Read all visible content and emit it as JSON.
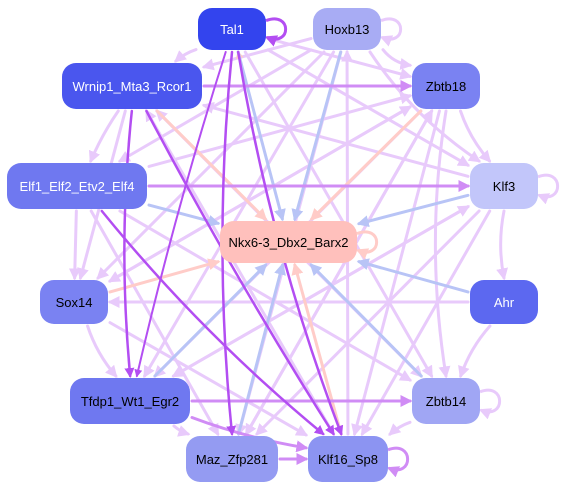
{
  "diagram": {
    "nodes": [
      {
        "id": "tal1",
        "label": "Tal1",
        "fill": "#3344ee",
        "text": "#ffffff"
      },
      {
        "id": "hoxb13",
        "label": "Hoxb13",
        "fill": "#a8acf4",
        "text": "#000000"
      },
      {
        "id": "wrnip1",
        "label": "Wrnip1_Mta3_Rcor1",
        "fill": "#4a56ee",
        "text": "#ffffff"
      },
      {
        "id": "zbtb18",
        "label": "Zbtb18",
        "fill": "#7a82f2",
        "text": "#000000"
      },
      {
        "id": "elf1",
        "label": "Elf1_Elf2_Etv2_Elf4",
        "fill": "#6f78f0",
        "text": "#ffffff"
      },
      {
        "id": "klf3",
        "label": "Klf3",
        "fill": "#c2c6fa",
        "text": "#000000"
      },
      {
        "id": "nkx6",
        "label": "Nkx6-3_Dbx2_Barx2",
        "fill": "#ffc0bc",
        "text": "#000000"
      },
      {
        "id": "sox14",
        "label": "Sox14",
        "fill": "#7a82f2",
        "text": "#000000"
      },
      {
        "id": "ahr",
        "label": "Ahr",
        "fill": "#5c68f0",
        "text": "#ffffff"
      },
      {
        "id": "tfdp1",
        "label": "Tfdp1_Wt1_Egr2",
        "fill": "#6f78f0",
        "text": "#000000"
      },
      {
        "id": "zbtb14",
        "label": "Zbtb14",
        "fill": "#a0a6f4",
        "text": "#000000"
      },
      {
        "id": "maz",
        "label": "Maz_Zfp281",
        "fill": "#949bf2",
        "text": "#000000"
      },
      {
        "id": "klf16",
        "label": "Klf16_Sp8",
        "fill": "#8c94f2",
        "text": "#000000"
      }
    ],
    "edge_colors": {
      "strong": "#b34ef2",
      "medium": "#d08cf5",
      "weak": "#e8cafb",
      "blue": "#b8c4f6",
      "pink": "#ffccc8"
    }
  }
}
